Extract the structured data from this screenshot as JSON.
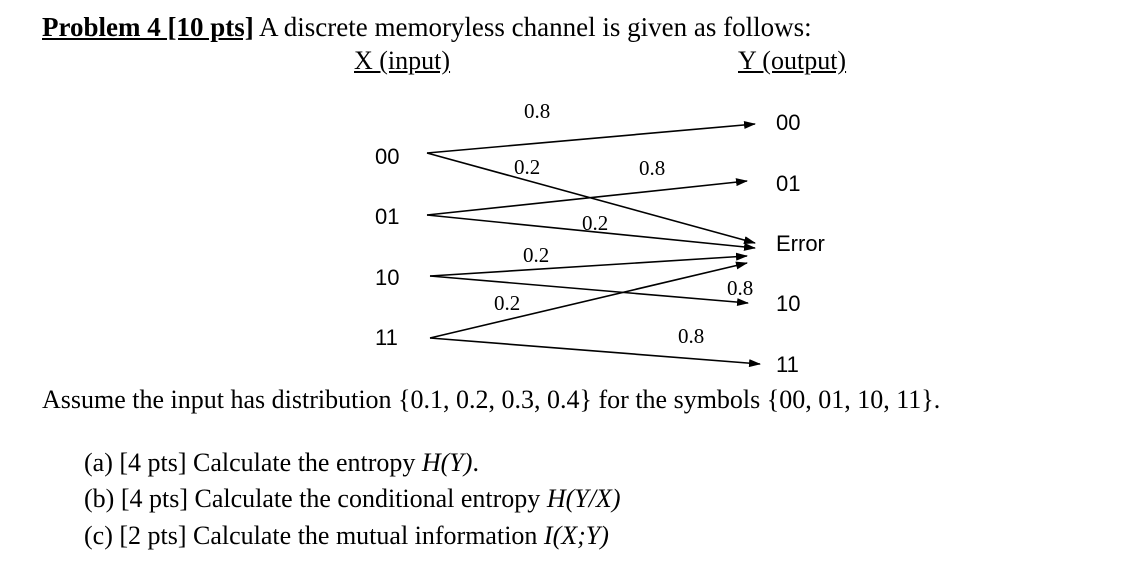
{
  "problem": {
    "label": "Problem 4 [10 pts]",
    "statement": " A discrete memoryless channel is given as follows:"
  },
  "diagram": {
    "input_header": "X (input)",
    "output_header": "Y (output)",
    "inputs": [
      "00",
      "01",
      "10",
      "11"
    ],
    "outputs": [
      "00",
      "01",
      "Error",
      "10",
      "11"
    ],
    "transitions": [
      {
        "from": "00",
        "to": "00",
        "prob": "0.8"
      },
      {
        "from": "00",
        "to": "Error",
        "prob": "0.2"
      },
      {
        "from": "01",
        "to": "01",
        "prob": "0.8"
      },
      {
        "from": "01",
        "to": "Error",
        "prob": "0.2"
      },
      {
        "from": "10",
        "to": "Error",
        "prob": "0.2"
      },
      {
        "from": "10",
        "to": "10",
        "prob": "0.8"
      },
      {
        "from": "11",
        "to": "Error",
        "prob": "0.2"
      },
      {
        "from": "11",
        "to": "11",
        "prob": "0.8"
      }
    ]
  },
  "assumption": "Assume the input has distribution {0.1, 0.2, 0.3, 0.4} for the symbols {00, 01, 10, 11}.",
  "questions": [
    {
      "prefix": "(a)  [4 pts] Calculate the entropy ",
      "math": "H(Y)",
      "suffix": "."
    },
    {
      "prefix": "(b)  [4 pts] Calculate the conditional entropy ",
      "math": "H(Y/X)",
      "suffix": ""
    },
    {
      "prefix": "(c)  [2 pts] Calculate the mutual information ",
      "math": "I(X;Y)",
      "suffix": ""
    }
  ]
}
